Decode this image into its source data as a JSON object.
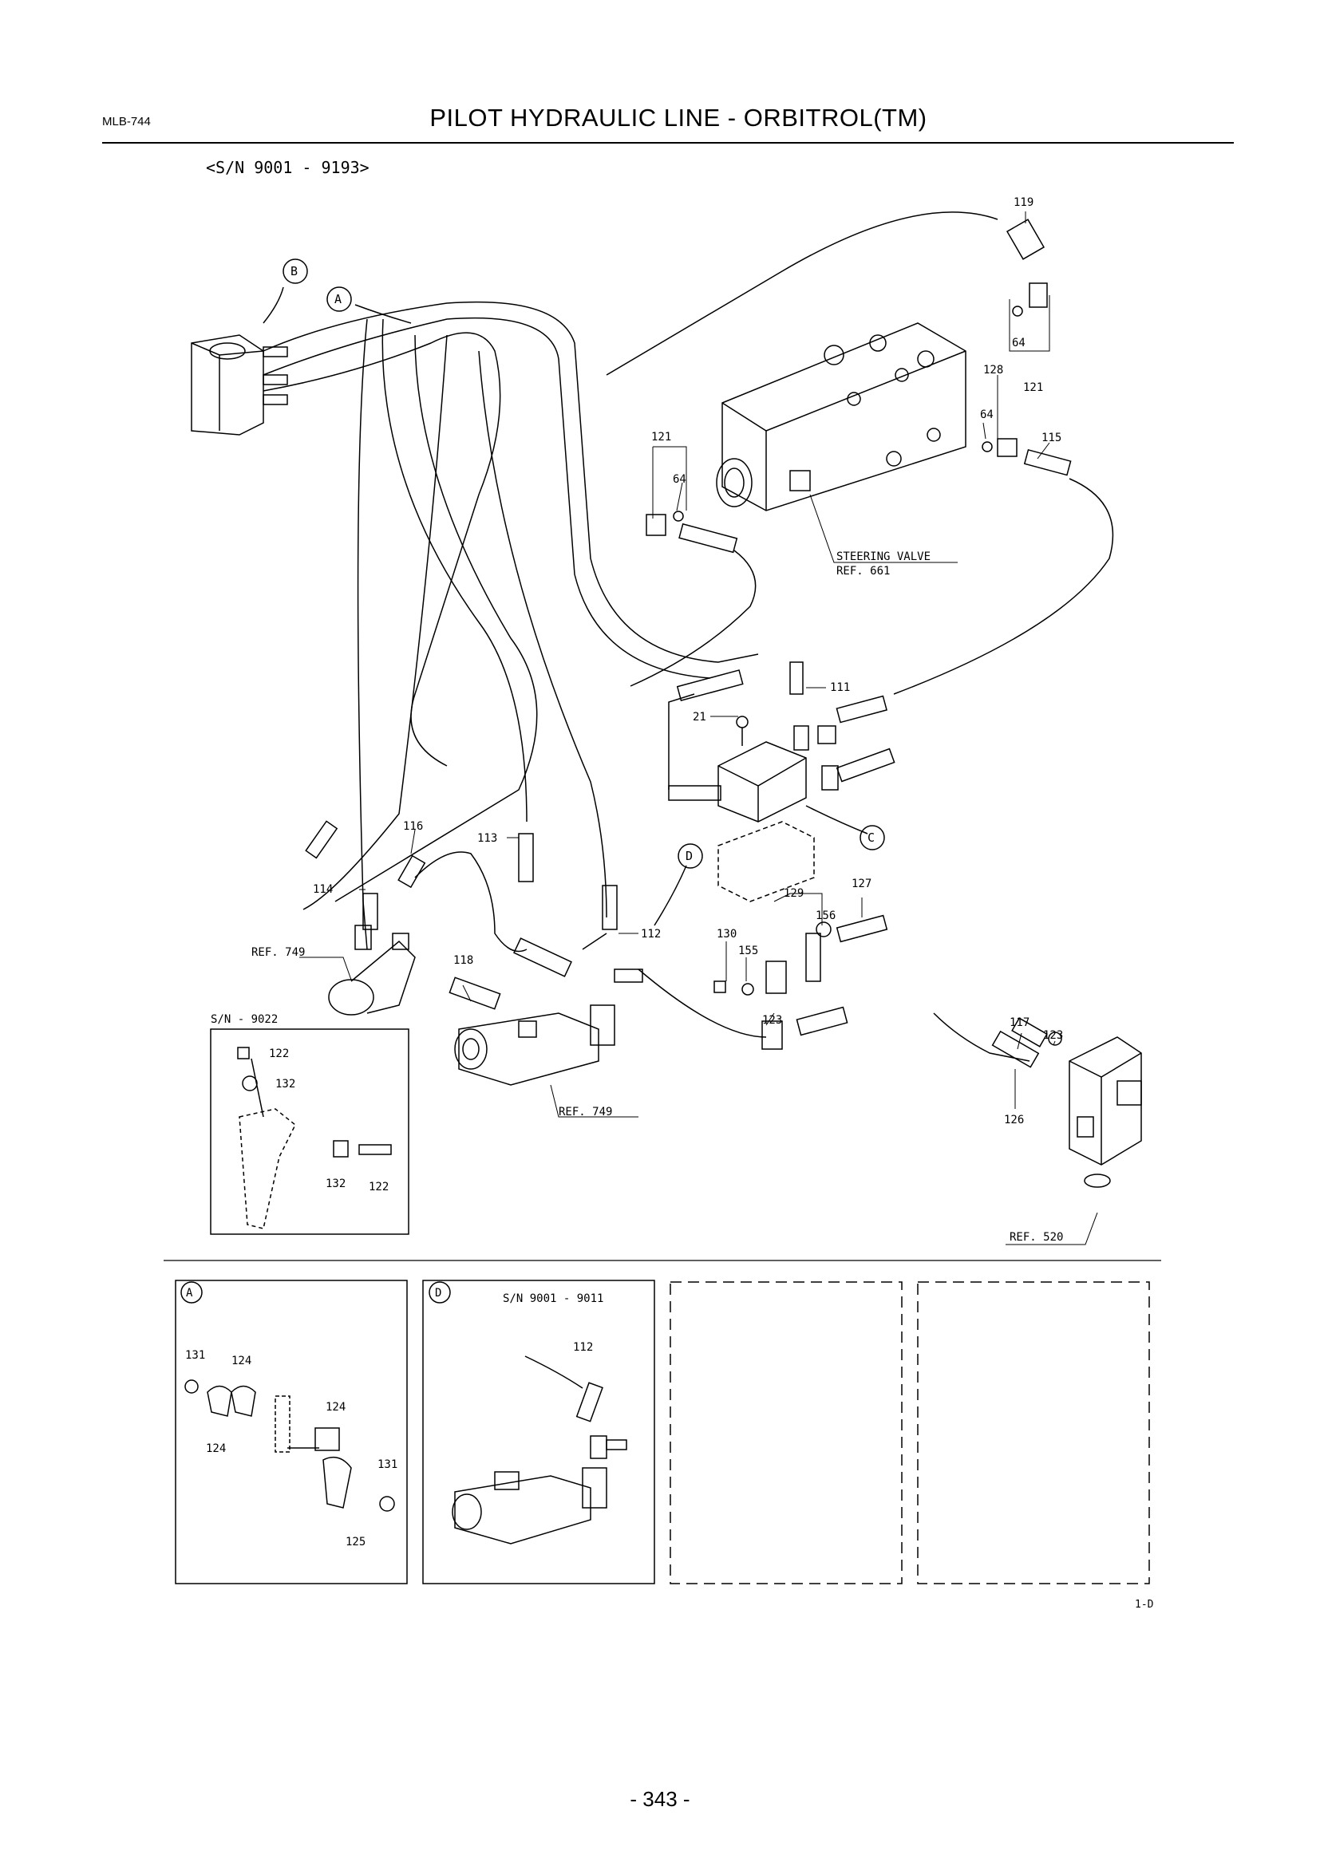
{
  "header": {
    "doc_code": "MLB-744",
    "title": "PILOT HYDRAULIC LINE - ORBITROL(TM)",
    "serial_range": "<S/N 9001 - 9193>"
  },
  "callouts": {
    "A": "A",
    "B": "B",
    "C": "C",
    "D": "D"
  },
  "parts": {
    "p119": "119",
    "p64a": "64",
    "p128": "128",
    "p121a": "121",
    "p64b": "64",
    "p115": "115",
    "p121b": "121",
    "p64c": "64",
    "steering_valve": "STEERING VALVE",
    "ref661": "REF. 661",
    "p111": "111",
    "p21": "21",
    "p116": "116",
    "p113": "113",
    "p114": "114",
    "ref749a": "REF. 749",
    "p118": "118",
    "p112": "112",
    "p129": "129",
    "p127": "127",
    "p156": "156",
    "p130": "130",
    "p155": "155",
    "p123a": "123",
    "p117": "117",
    "p123b": "123",
    "p126": "126",
    "ref749b": "REF. 749",
    "ref520": "REF. 520"
  },
  "inset_sn": {
    "label": "S/N - 9022",
    "p122a": "122",
    "p132a": "132",
    "p132b": "132",
    "p122b": "122"
  },
  "detail_a": {
    "p131a": "131",
    "p124a": "124",
    "p124b": "124",
    "p124c": "124",
    "p131b": "131",
    "p125": "125"
  },
  "detail_d": {
    "label": "S/N 9001 - 9011",
    "p112": "112"
  },
  "footer": {
    "fig_code": "1-D",
    "page_number": "- 343 -"
  }
}
